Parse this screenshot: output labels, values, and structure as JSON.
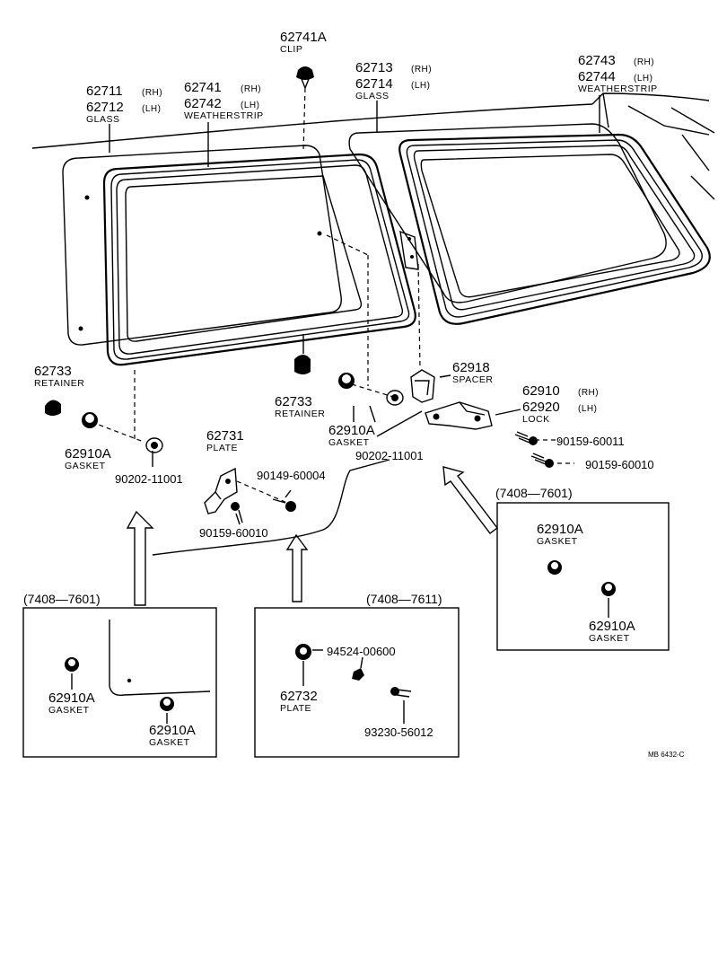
{
  "labels": {
    "clip_num": "62741A",
    "clip_name": "CLIP",
    "glass_l_num1": "62711",
    "glass_l_side1": "(RH)",
    "glass_l_num2": "62712",
    "glass_l_side2": "(LH)",
    "glass_l_name": "GLASS",
    "ws_l_num1": "62741",
    "ws_l_side1": "(RH)",
    "ws_l_num2": "62742",
    "ws_l_side2": "(LH)",
    "ws_l_name": "WEATHERSTRIP",
    "glass_r_num1": "62713",
    "glass_r_side1": "(RH)",
    "glass_r_num2": "62714",
    "glass_r_side2": "(LH)",
    "glass_r_name": "GLASS",
    "ws_r_num1": "62743",
    "ws_r_side1": "(RH)",
    "ws_r_num2": "62744",
    "ws_r_side2": "(LH)",
    "ws_r_name": "WEATHERSTRIP",
    "spacer_num": "62918",
    "spacer_name": "SPACER",
    "lock_num1": "62910",
    "lock_side1": "(RH)",
    "lock_num2": "62920",
    "lock_side2": "(LH)",
    "lock_name": "LOCK",
    "ret_l_num": "62733",
    "ret_l_name": "RETAINER",
    "ret_c_num": "62733",
    "ret_c_name": "RETAINER",
    "gasket_l_num": "62910A",
    "gasket_l_name": "GASKET",
    "gasket_c_num": "62910A",
    "gasket_c_name": "GASKET",
    "washer_l": "90202-11001",
    "washer_c": "90202-11001",
    "plate_num": "62731",
    "plate_name": "PLATE",
    "bolt_1": "90149-60004",
    "bolt_2": "90159-60010",
    "screw_1": "90159-60011",
    "screw_2": "90159-60010"
  },
  "insets": {
    "left": {
      "range": "(7408—7601)",
      "g1_num": "62910A",
      "g1_name": "GASKET",
      "g2_num": "62910A",
      "g2_name": "GASKET"
    },
    "center": {
      "range": "(7408—7611)",
      "nut": "94524-00600",
      "plate_num": "62732",
      "plate_name": "PLATE",
      "screw": "93230-56012"
    },
    "right": {
      "range": "(7408—7601)",
      "g1_num": "62910A",
      "g1_name": "GASKET",
      "g2_num": "62910A",
      "g2_name": "GASKET"
    }
  },
  "footer": {
    "code": "MB 6432-C"
  }
}
